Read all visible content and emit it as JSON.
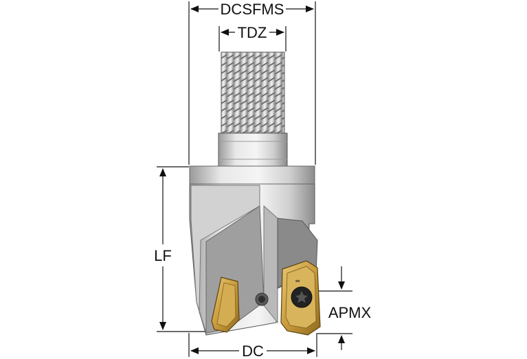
{
  "labels": {
    "dcsfms": "DCSFMS",
    "tdz": "TDZ",
    "lf": "LF",
    "apmx": "APMX",
    "dc": "DC"
  },
  "colors": {
    "line": "#111111",
    "steel_light": "#e6e6e6",
    "steel_mid": "#bdbdbd",
    "steel_dark": "#7a7a7a",
    "insert_gold": "#c9a24a",
    "insert_dark": "#2b2b2b"
  }
}
